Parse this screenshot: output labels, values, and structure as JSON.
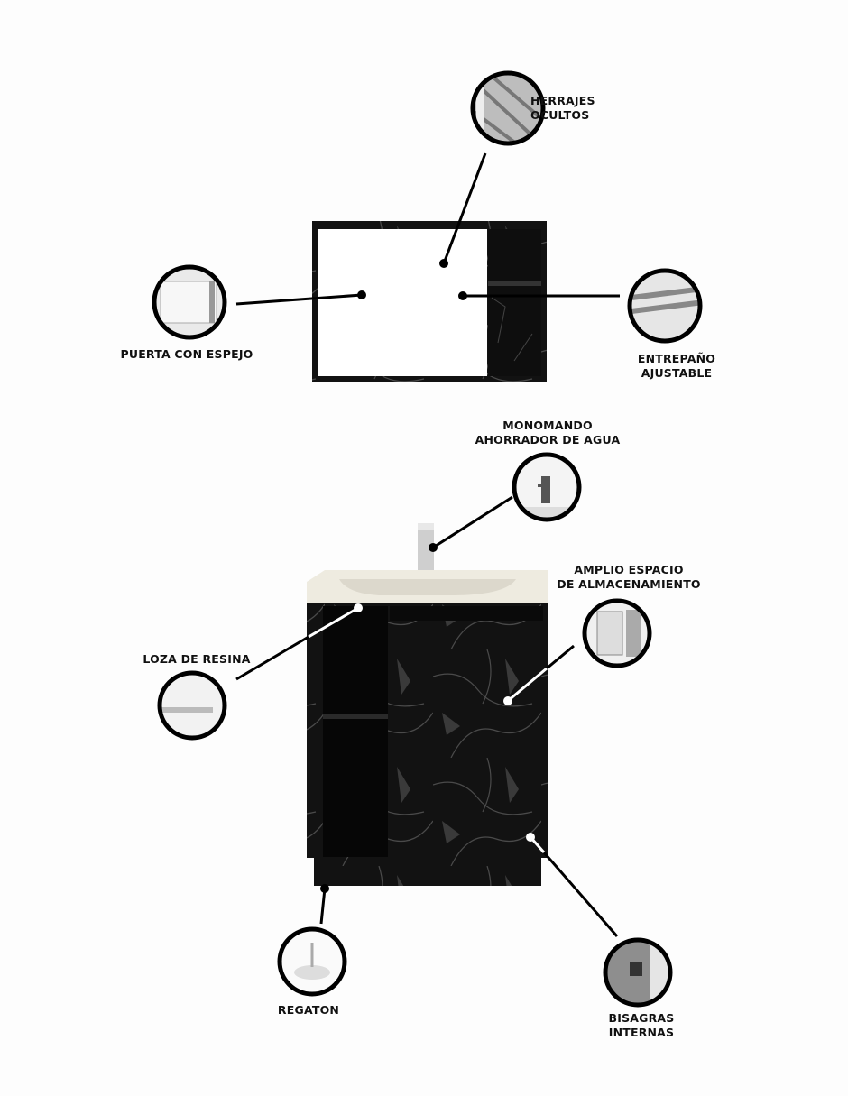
{
  "callouts": {
    "herrajes": {
      "line1": "HERRAJES",
      "line2": "OCULTOS"
    },
    "puerta": {
      "line1": "PUERTA CON ESPEJO"
    },
    "entrepano": {
      "line1": "ENTREPAÑO",
      "line2": "AJUSTABLE"
    },
    "monomando": {
      "line1": "MONOMANDO",
      "line2": "AHORRADOR DE AGUA"
    },
    "amplio": {
      "line1": "AMPLIO ESPACIO",
      "line2": "DE ALMACENAMIENTO"
    },
    "loza": {
      "line1": "LOZA DE RESINA"
    },
    "regaton": {
      "line1": "REGATON"
    },
    "bisagras": {
      "line1": "BISAGRAS",
      "line2": "INTERNAS"
    }
  },
  "colors": {
    "cabinet": "#151515",
    "sink": "#eeebe0",
    "outline": "#000000",
    "background": "#fdfdfd"
  }
}
